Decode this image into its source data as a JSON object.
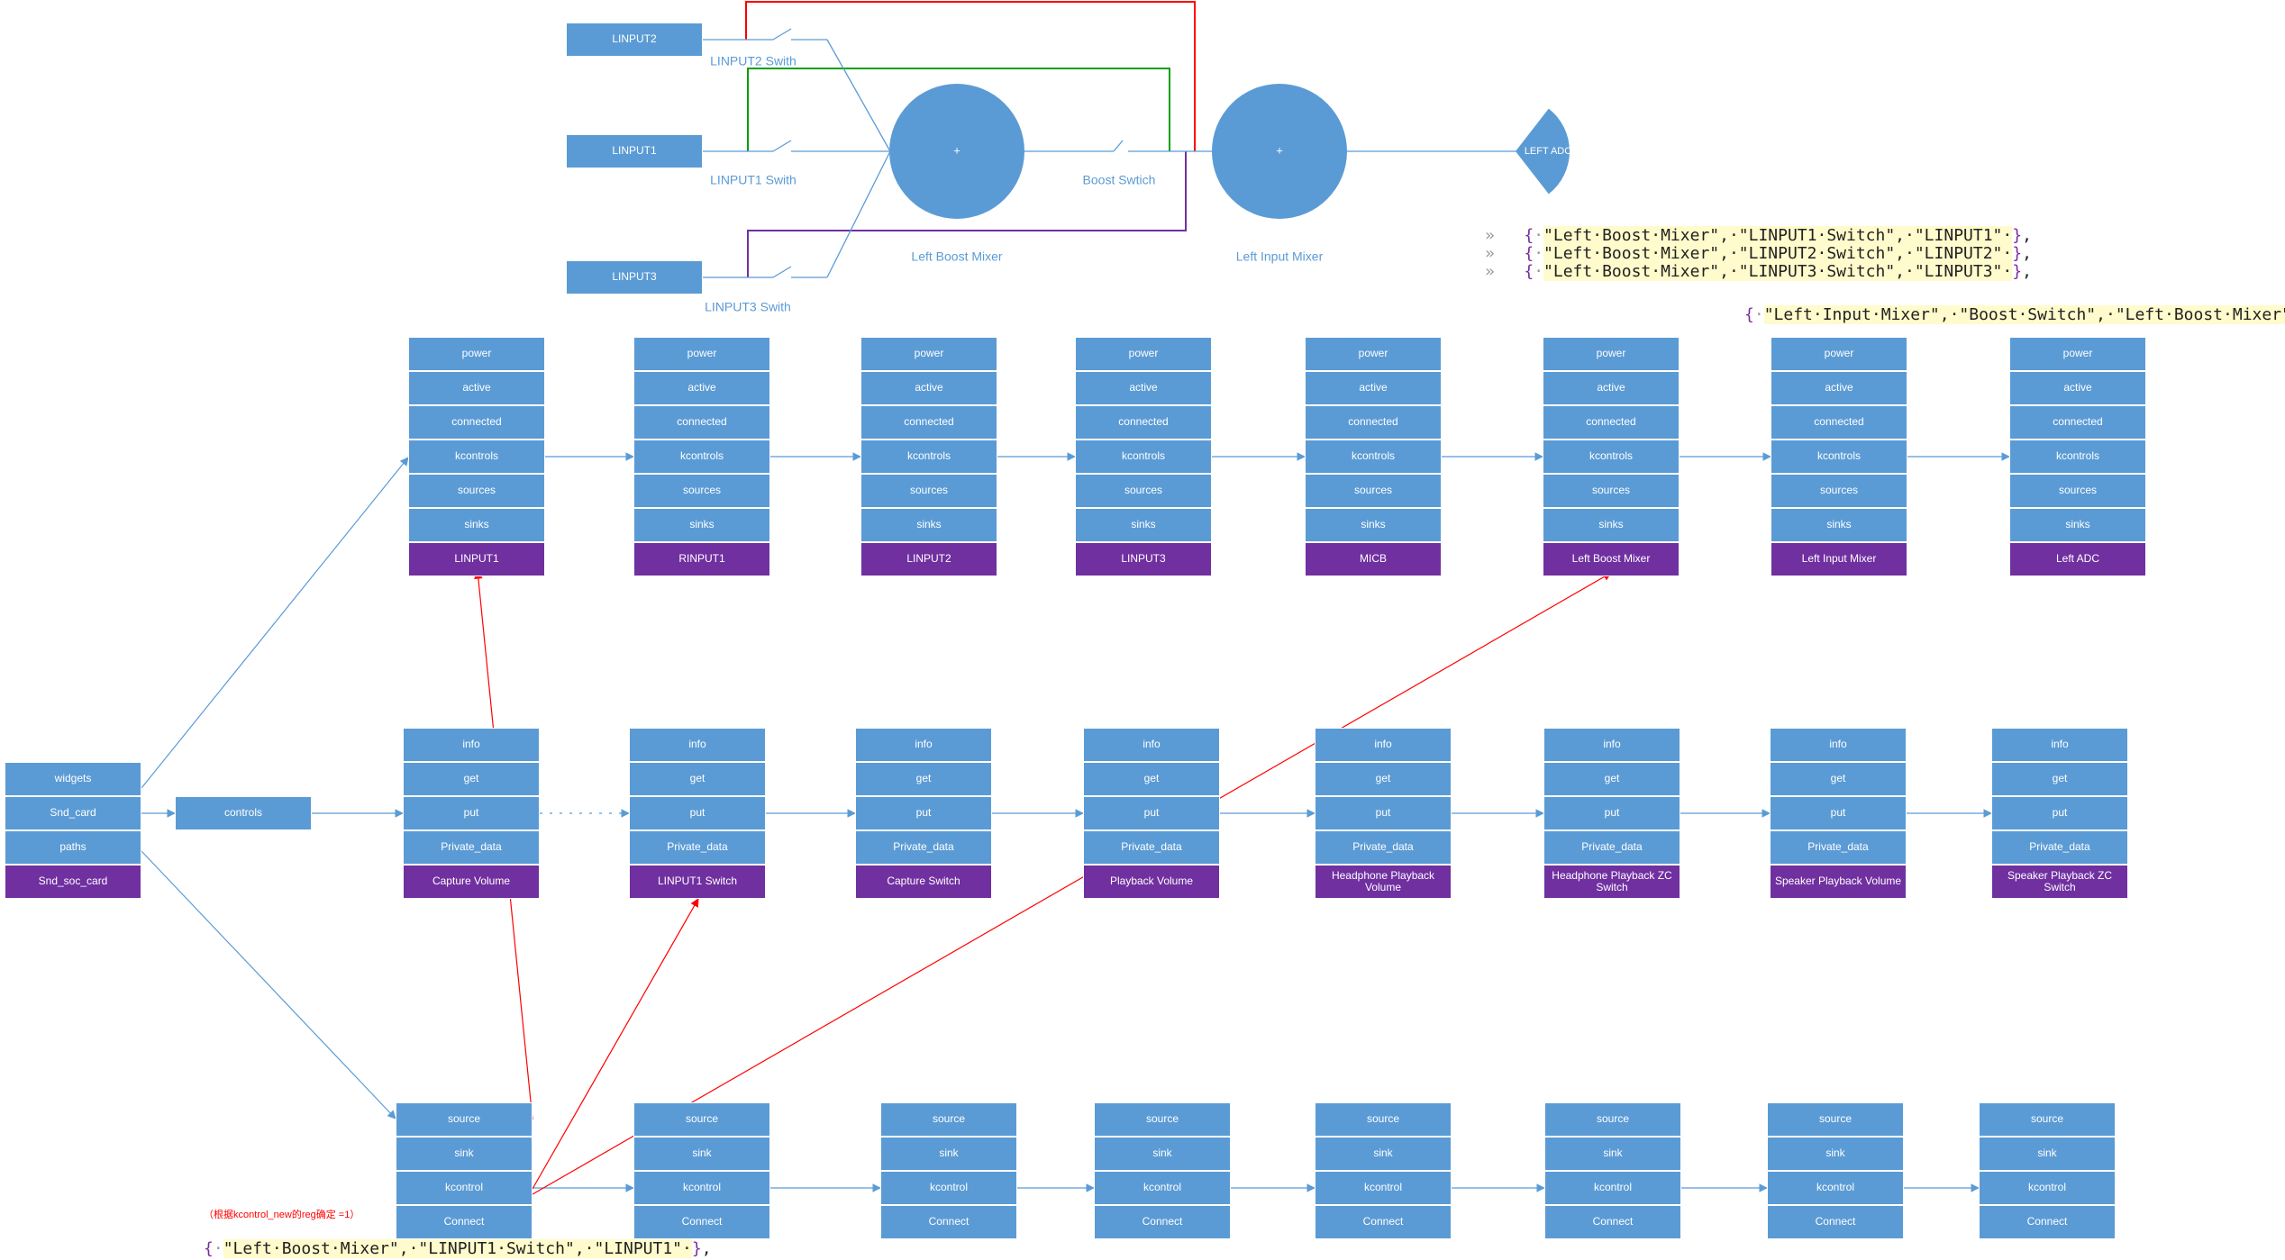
{
  "mixer_diagram": {
    "inputs": [
      "LINPUT2",
      "LINPUT1",
      "LINPUT3"
    ],
    "switch_labels": [
      "LINPUT2 Swith",
      "LINPUT1 Swith",
      "LINPUT3 Swith",
      "Boost Swtich"
    ],
    "mixers": [
      {
        "symbol": "+",
        "name": "Left Boost Mixer"
      },
      {
        "symbol": "+",
        "name": "Left Input Mixer"
      }
    ],
    "adc_label": "LEFT ADC"
  },
  "route_code": [
    {
      "prefix": "»",
      "text": "\"Left·Boost·Mixer\",·\"LINPUT1·Switch\",·\"LINPUT1\"·"
    },
    {
      "prefix": "»",
      "text": "\"Left·Boost·Mixer\",·\"LINPUT2·Switch\",·\"LINPUT2\"·"
    },
    {
      "prefix": "»",
      "text": "\"Left·Boost·Mixer\",·\"LINPUT3·Switch\",·\"LINPUT3\"·"
    },
    {
      "prefix": "",
      "text": "\"Left·Input·Mixer\",·\"Boost·Switch\",·\"Left·Boost·Mixer\",·"
    }
  ],
  "bottom_code": "\"Left·Boost·Mixer\",·\"LINPUT1·Switch\",·\"LINPUT1\"·",
  "note": "（根据kcontrol_new的reg确定 =1）",
  "card": {
    "fields": [
      "widgets",
      "Snd_card",
      "paths"
    ],
    "title": "Snd_soc_card",
    "controls_label": "controls"
  },
  "widget_fields": [
    "power",
    "active",
    "connected",
    "kcontrols",
    "sources",
    "sinks"
  ],
  "widgets": [
    "LINPUT1",
    "RINPUT1",
    "LINPUT2",
    "LINPUT3",
    "MICB",
    "Left Boost Mixer",
    "Left Input Mixer",
    "Left ADC"
  ],
  "control_fields": [
    "info",
    "get",
    "put",
    "Private_data"
  ],
  "controls": [
    "Capture Volume",
    "LINPUT1 Switch",
    "Capture Switch",
    "Playback Volume",
    "Headphone Playback Volume",
    "Headphone Playback ZC Switch",
    "Speaker Playback Volume",
    "Speaker Playback ZC Switch"
  ],
  "path_fields": [
    "source",
    "sink",
    "kcontrol",
    "Connect"
  ],
  "path_count": 8,
  "colors": {
    "box": "#5b9bd5",
    "title": "#7030a0",
    "arrow": "#5b9bd5",
    "pointer": "#ff0000",
    "wire_red": "#ff0000",
    "wire_green": "#00a000",
    "wire_purple": "#7030a0"
  }
}
